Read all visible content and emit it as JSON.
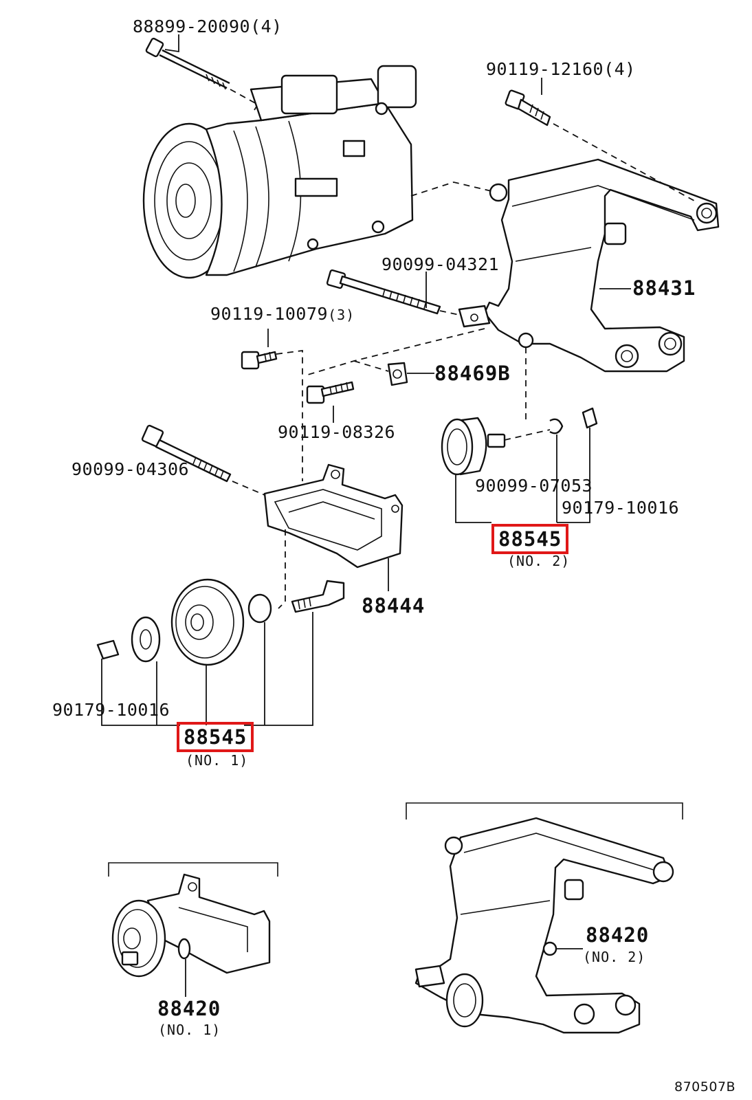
{
  "labels": {
    "p_88899_20090": "88899-20090(4)",
    "p_90119_12160": "90119-12160(4)",
    "p_90099_04321": "90099-04321",
    "p_88431": "88431",
    "p_90119_10079": "90119-10079",
    "p_90119_10079_qty": "(3)",
    "p_88469b": "88469B",
    "p_90119_08326": "90119-08326",
    "p_90099_04306": "90099-04306",
    "p_90099_07053": "90099-07053",
    "p_90179_10016_right": "90179-10016",
    "p_88545_no2": "88545",
    "p_88545_no2_sub": "(NO. 2)",
    "p_88444": "88444",
    "p_90179_10016_left": "90179-10016",
    "p_88545_no1": "88545",
    "p_88545_no1_sub": "(NO. 1)",
    "p_88420_no2": "88420",
    "p_88420_no2_sub": "(NO. 2)",
    "p_88420_no1": "88420",
    "p_88420_no1_sub": "(NO. 1)",
    "drawing_code": "870507B"
  },
  "colors": {
    "highlight": "#e01818",
    "ink": "#111111",
    "background": "#ffffff"
  }
}
